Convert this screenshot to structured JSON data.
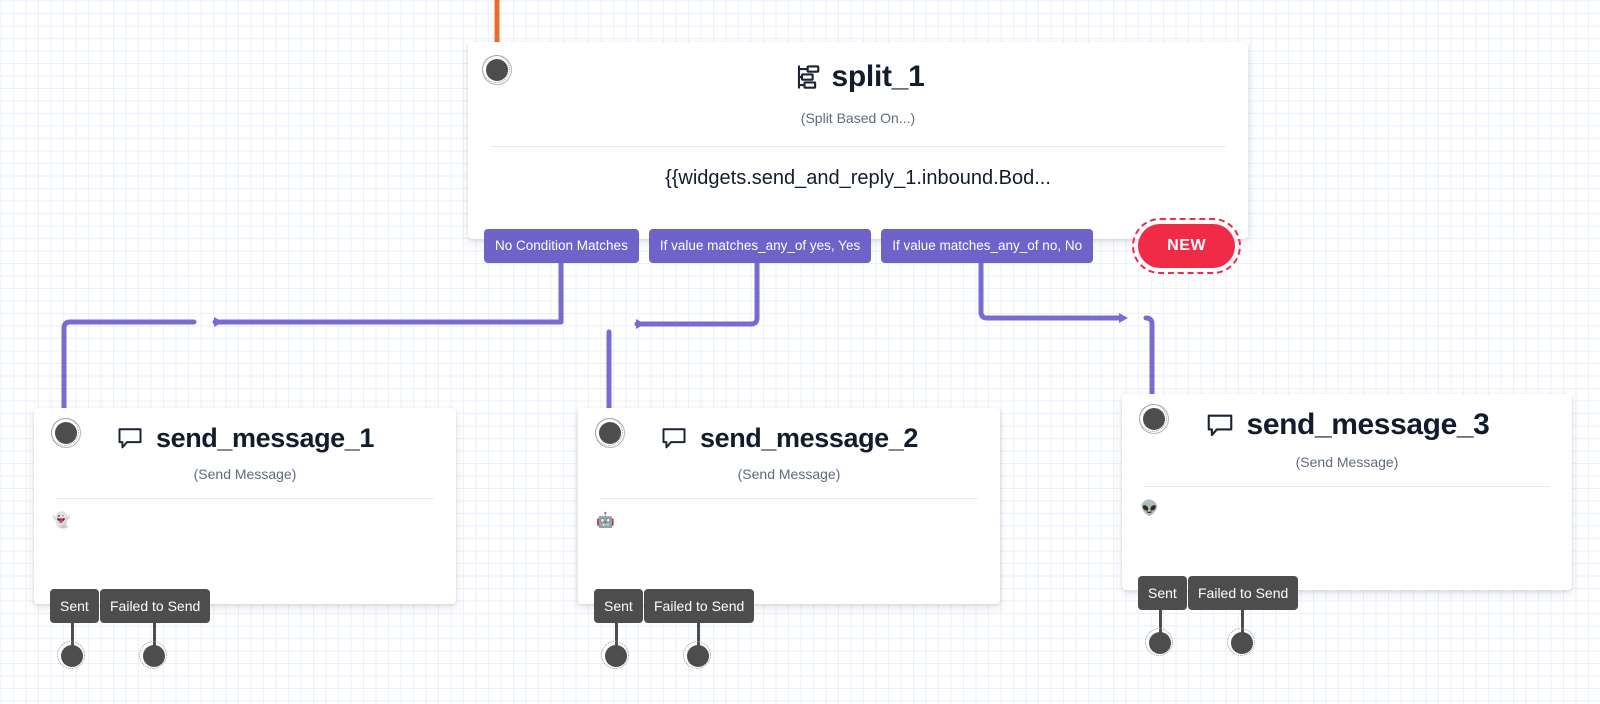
{
  "canvas": {
    "background_color": "#ffffff",
    "grid_color": "#e9f1fb",
    "grid_major_color": "#d6e6f7"
  },
  "colors": {
    "edge_purple": "#7a6bd4",
    "edge_orange": "#e8702a",
    "chip_purple": "#6f62c8",
    "chip_red": "#ef2b45",
    "port_gray": "#4d4d4d",
    "title_dark": "#121c2d",
    "subtitle_gray": "#606b7d"
  },
  "nodes": {
    "split": {
      "icon": "split-icon",
      "title": "split_1",
      "subtitle": "(Split Based On...)",
      "expression": "{{widgets.send_and_reply_1.inbound.Bod...",
      "input_port": "input-port",
      "transitions": [
        {
          "label": "No Condition Matches",
          "name": "transition-no-condition-matches"
        },
        {
          "label": "If value matches_any_of yes, Yes",
          "name": "transition-matches-yes"
        },
        {
          "label": "If value matches_any_of no, No",
          "name": "transition-matches-no"
        }
      ],
      "new_badge": "NEW"
    },
    "message_1": {
      "icon": "message-icon",
      "title": "send_message_1",
      "subtitle": "(Send Message)",
      "body_emoji": "👻",
      "body_emoji_name": "ghost-emoji",
      "outputs": [
        {
          "label": "Sent",
          "name": "output-sent"
        },
        {
          "label": "Failed to Send",
          "name": "output-failed-to-send"
        }
      ]
    },
    "message_2": {
      "icon": "message-icon",
      "title": "send_message_2",
      "subtitle": "(Send Message)",
      "body_emoji": "🤖",
      "body_emoji_name": "robot-emoji",
      "outputs": [
        {
          "label": "Sent",
          "name": "output-sent"
        },
        {
          "label": "Failed to Send",
          "name": "output-failed-to-send"
        }
      ]
    },
    "message_3": {
      "icon": "message-icon",
      "title": "send_message_3",
      "subtitle": "(Send Message)",
      "body_emoji": "👽",
      "body_emoji_name": "alien-emoji",
      "outputs": [
        {
          "label": "Sent",
          "name": "output-sent"
        },
        {
          "label": "Failed to Send",
          "name": "output-failed-to-send"
        }
      ]
    }
  }
}
